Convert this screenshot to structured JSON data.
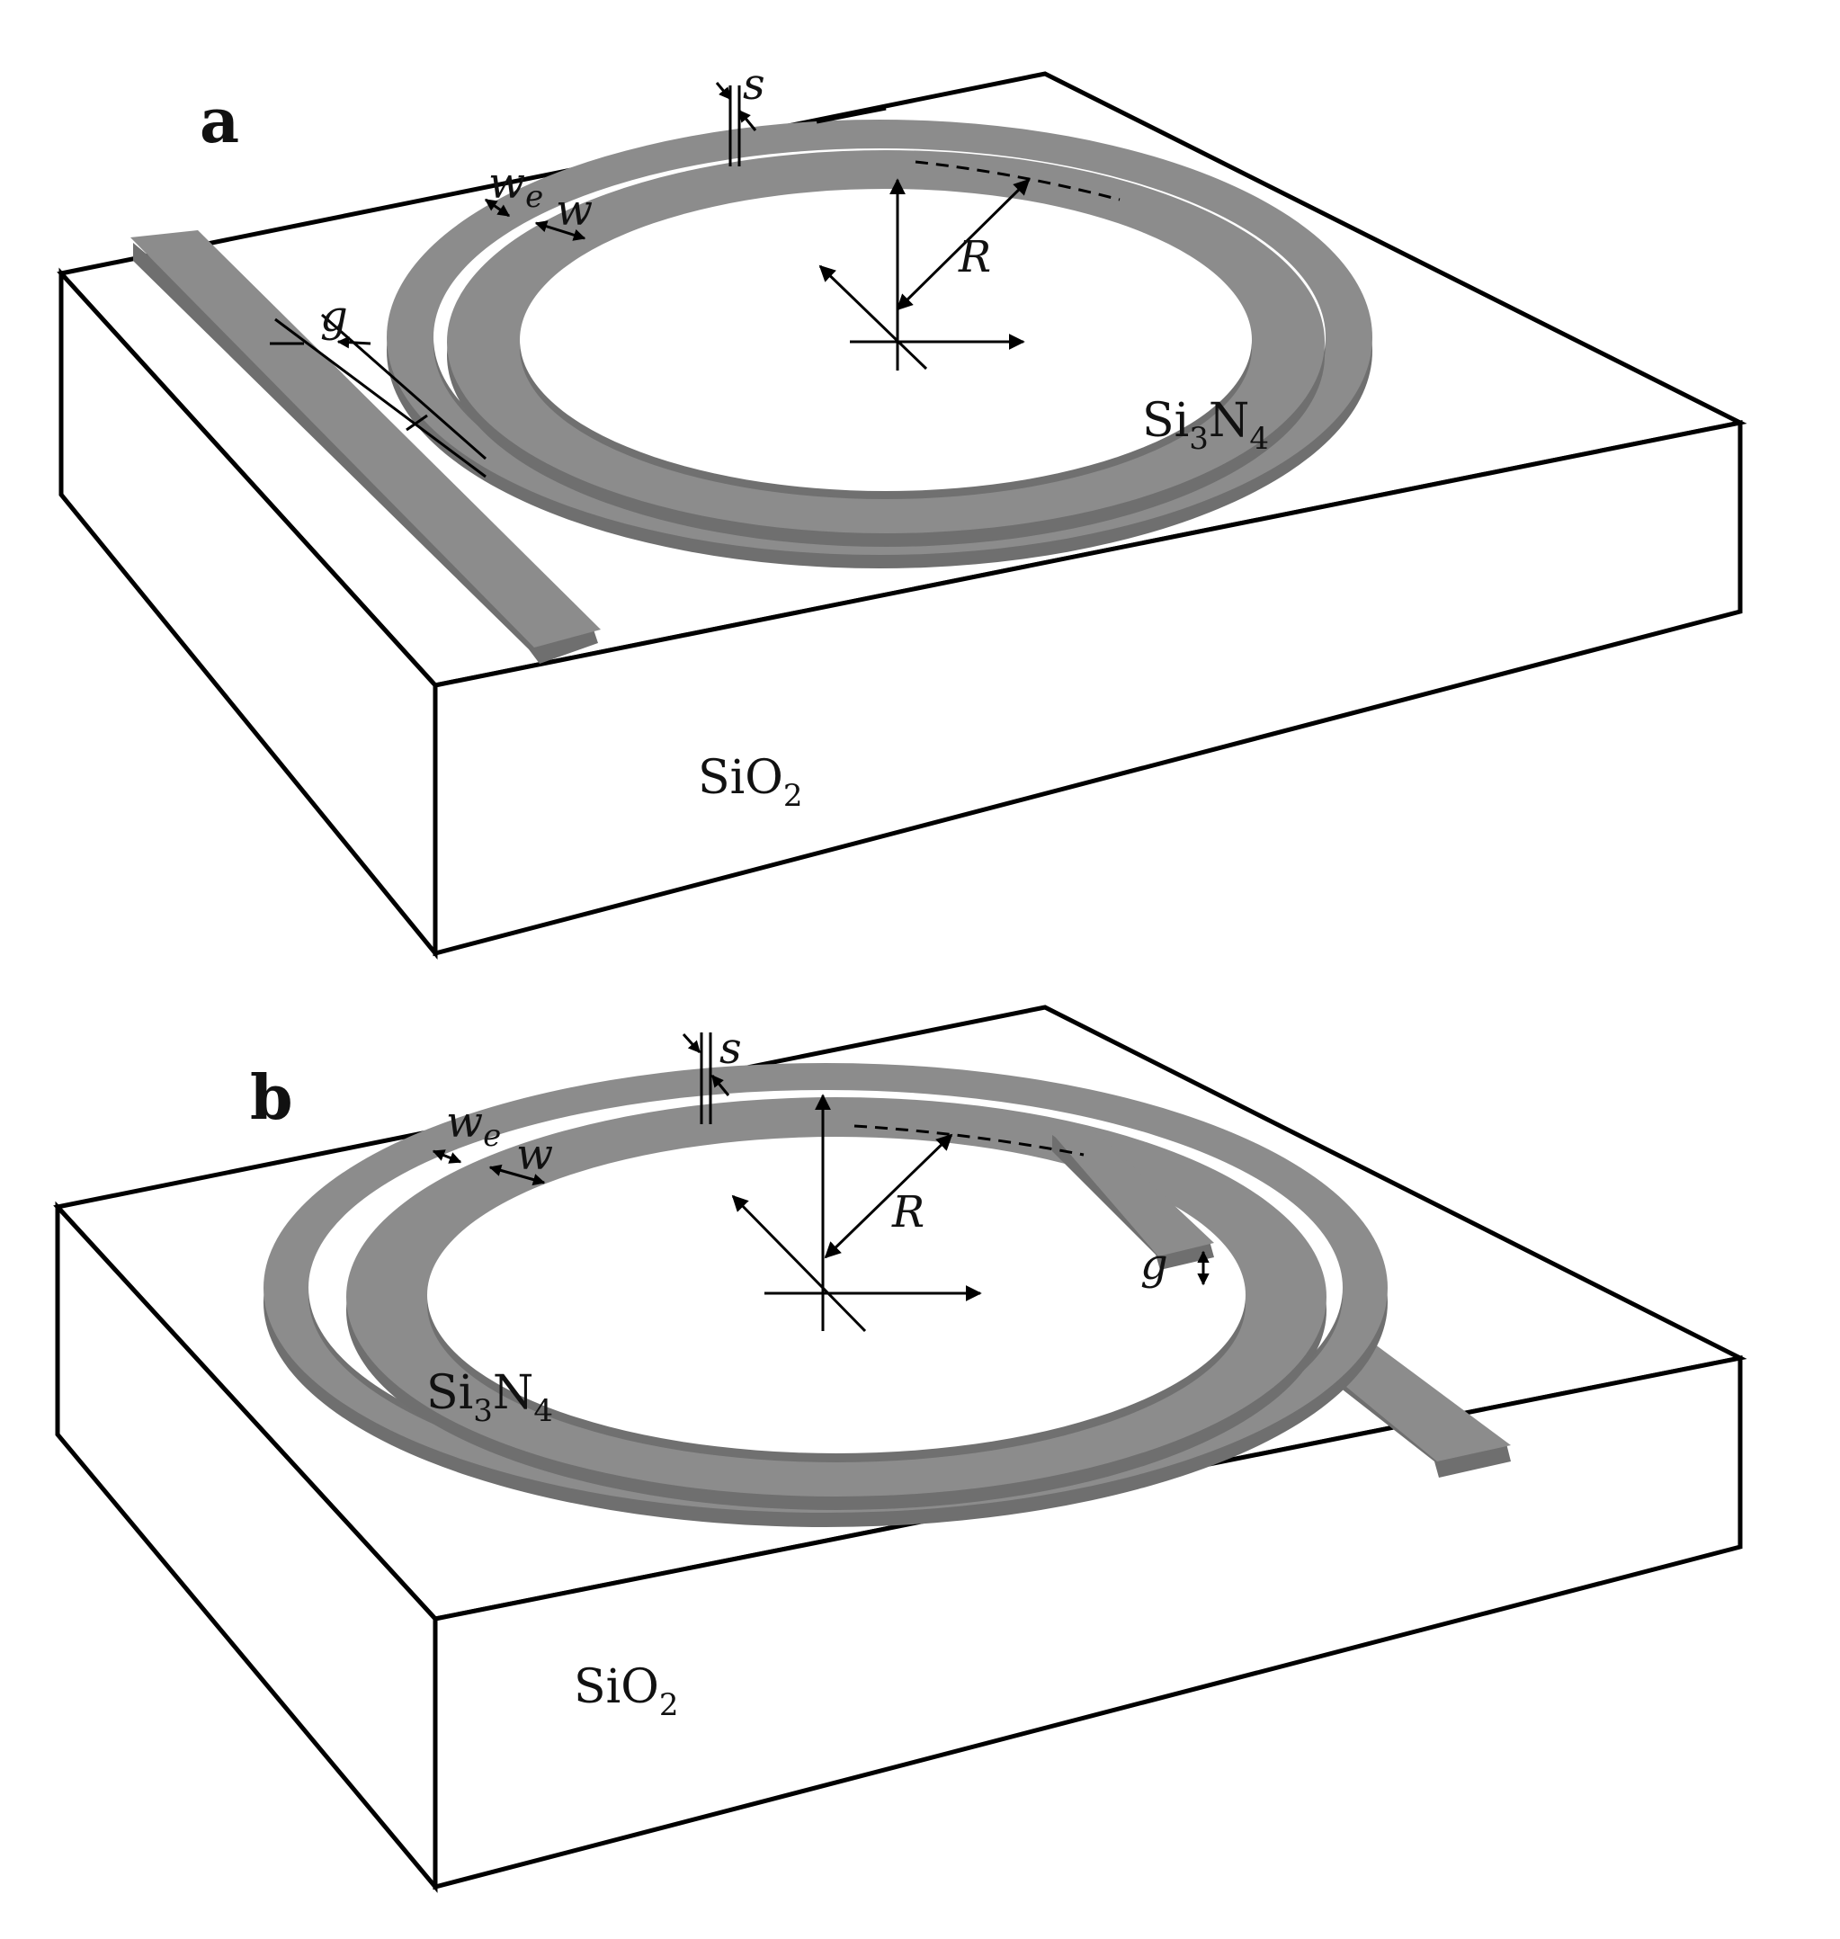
{
  "panels": [
    {
      "label": "a",
      "substrate": {
        "base": "SiO",
        "sub": "2"
      },
      "waveguide": {
        "base": "Si",
        "sub1": "3",
        "mid": "N",
        "sub2": "4"
      },
      "symbols": {
        "s": "s",
        "we_base": "w",
        "we_sub": "e",
        "w": "w",
        "g": "g",
        "R": "R"
      }
    },
    {
      "label": "b",
      "substrate": {
        "base": "SiO",
        "sub": "2"
      },
      "waveguide": {
        "base": "Si",
        "sub1": "3",
        "mid": "N",
        "sub2": "4"
      },
      "symbols": {
        "s": "s",
        "we_base": "w",
        "we_sub": "e",
        "w": "w",
        "g": "g",
        "R": "R"
      }
    }
  ],
  "colors": {
    "waveguide_top": "#8c8c8c",
    "waveguide_side": "#6f6f6f",
    "substrate": "#ffffff",
    "outline": "#000000"
  }
}
